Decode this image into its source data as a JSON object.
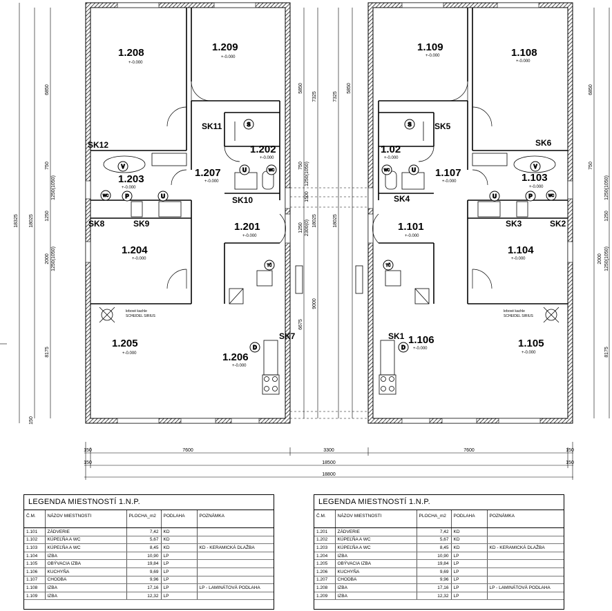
{
  "plan": {
    "rooms": [
      {
        "id": "1.208",
        "level": "+-0.000"
      },
      {
        "id": "1.209",
        "level": "+-0.000"
      },
      {
        "id": "1.202",
        "level": "+-0.000"
      },
      {
        "id": "1.207",
        "level": "+-0.000"
      },
      {
        "id": "1.203",
        "level": "+-0.000"
      },
      {
        "id": "1.201",
        "level": "+-0.000"
      },
      {
        "id": "1.204",
        "level": "+-0.000"
      },
      {
        "id": "1.205",
        "level": "+-0.000"
      },
      {
        "id": "1.206",
        "level": "+-0.000"
      },
      {
        "id": "1.109",
        "level": "+-0.000"
      },
      {
        "id": "1.108",
        "level": "+-0.000"
      },
      {
        "id": "1.02",
        "level": "+-0.000"
      },
      {
        "id": "1.107",
        "level": "+-0.000"
      },
      {
        "id": "1.103",
        "level": "+-0.000"
      },
      {
        "id": "1.101",
        "level": "+-0.000"
      },
      {
        "id": "1.104",
        "level": "+-0.000"
      },
      {
        "id": "1.106",
        "level": "+-0.000"
      },
      {
        "id": "1.105",
        "level": "+-0.000"
      }
    ],
    "sk_labels": [
      "SK11",
      "SK12",
      "SK10",
      "SK8",
      "SK9",
      "SK7",
      "SK5",
      "SK6",
      "SK4",
      "SK3",
      "SK2",
      "SK1"
    ],
    "symbols": {
      "s": "S",
      "u": "U",
      "wc": "WC",
      "p": "P",
      "v": "V",
      "tc": "TČ",
      "d": "D"
    },
    "stove_note_1": "krbové kachle",
    "stove_note_2": "SCHEIDEL SIRIUS",
    "dims": {
      "left_outer_total": "18325",
      "left_inner_total": "18025",
      "left_6850": "6850",
      "left_750": "750",
      "left_1250_1050": "1250(1050)",
      "left_1250": "1250",
      "left_2000": "2000",
      "left_1250_1050b": "1250(1050)",
      "left_8175": "8175",
      "left_150": "150",
      "mid_5850": "5850",
      "mid_7325": "7325",
      "mid_750": "750",
      "mid_1250_1050": "1250(1050)",
      "mid_1500": "1500",
      "mid_1250": "1250",
      "mid_2300": "2300(0)",
      "mid_18025": "18025",
      "mid_9000": "9000",
      "mid_6675": "6675",
      "mid_18025b": "18025",
      "mid_5850b": "5850",
      "mid_7325b": "7325",
      "right_6850": "6850",
      "right_750": "750",
      "right_1250_1050": "1250(1050)",
      "right_1250": "1250",
      "right_2000": "2000",
      "right_1250_1050b": "1250(1050)",
      "right_8175": "8175",
      "bottom_150a": "150",
      "bottom_7600a": "7600",
      "bottom_3300": "3300",
      "bottom_7600b": "7600",
      "bottom_150b": "150",
      "bottom_150c": "150",
      "bottom_18500": "18500",
      "bottom_150d": "150",
      "bottom_18800": "18800"
    }
  },
  "legends": [
    {
      "title": "LEGENDA MIESTNOSTÍ 1.N.P.",
      "headers": [
        "Č.M.",
        "NÁZOV MIESTNOSTI",
        "PLOCHA_m2",
        "PODLAHA",
        "POZNÁMKA"
      ],
      "rows": [
        [
          "1.101",
          "ZÁDVERIE",
          "7,42",
          "KD",
          ""
        ],
        [
          "1.102",
          "KÚPEĽŇA A WC",
          "5,67",
          "KD",
          ""
        ],
        [
          "1.103",
          "KÚPEĽŇA A WC",
          "8,45",
          "KD",
          "KD - KERAMICKÁ DLAŽBA"
        ],
        [
          "1.104",
          "IZBA",
          "10,90",
          "LP",
          ""
        ],
        [
          "1.105",
          "OBÝVACIA IZBA",
          "19,84",
          "LP",
          ""
        ],
        [
          "1.106",
          "KUCHYŇA",
          "9,69",
          "LP",
          ""
        ],
        [
          "1.107",
          "CHODBA",
          "9,96",
          "LP",
          ""
        ],
        [
          "1.108",
          "IZBA",
          "17,16",
          "LP",
          "LP - LAMINÁTOVÁ PODLAHA"
        ],
        [
          "1.109",
          "IZBA",
          "12,32",
          "LP",
          ""
        ]
      ]
    },
    {
      "title": "LEGENDA MIESTNOSTÍ 1.N.P.",
      "headers": [
        "Č.M.",
        "NÁZOV MIESTNOSTI",
        "PLOCHA_m2",
        "PODLAHA",
        "POZNÁMKA"
      ],
      "rows": [
        [
          "1.201",
          "ZÁDVERIE",
          "7,42",
          "KD",
          ""
        ],
        [
          "1.202",
          "KÚPEĽŇA A WC",
          "5,67",
          "KD",
          ""
        ],
        [
          "1.203",
          "KÚPEĽŇA A WC",
          "8,45",
          "KD",
          "KD - KERAMICKÁ DLAŽBA"
        ],
        [
          "1.204",
          "IZBA",
          "10,90",
          "LP",
          ""
        ],
        [
          "1.205",
          "OBÝVACIA IZBA",
          "19,84",
          "LP",
          ""
        ],
        [
          "1.206",
          "KUCHYŇA",
          "9,69",
          "LP",
          ""
        ],
        [
          "1.207",
          "CHODBA",
          "9,96",
          "LP",
          ""
        ],
        [
          "1.208",
          "IZBA",
          "17,16",
          "LP",
          "LP - LAMINÁTOVÁ PODLAHA"
        ],
        [
          "1.209",
          "IZBA",
          "12,32",
          "LP",
          ""
        ]
      ]
    }
  ]
}
